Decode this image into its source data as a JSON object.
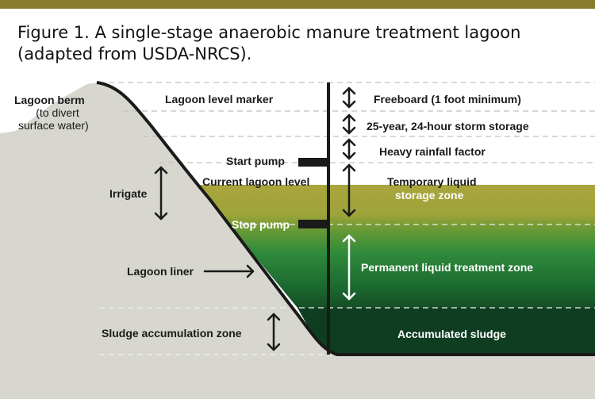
{
  "title": {
    "line1": "Figure 1. A single-stage anaerobic manure treatment lagoon",
    "line2": "(adapted from USDA-NRCS)."
  },
  "labels": {
    "berm": "Lagoon berm",
    "berm_note_1": "(to divert",
    "berm_note_2": "surface water)",
    "level_marker": "Lagoon level marker",
    "freeboard": "Freeboard (1 foot minimum)",
    "storm": "25-year, 24-hour storm storage",
    "rainfall": "Heavy rainfall factor",
    "start_pump": "Start pump",
    "current_level": "Current lagoon level",
    "temporary_1": "Temporary liquid",
    "temporary_2": "storage zone",
    "irrigate": "Irrigate",
    "stop_pump": "Stop pump",
    "permanent": "Permanent liquid treatment zone",
    "liner": "Lagoon liner",
    "sludge_zone": "Sludge accumulation zone",
    "accumulated": "Accumulated sludge"
  },
  "colors": {
    "top_bar": "#8a7c2c",
    "ground": "#d7d7cf",
    "temporary_zone": "#a9a43c",
    "permanent_zone": "#2e8a3a",
    "sludge": "#0e3a20",
    "marker": "#1a1a1a"
  }
}
